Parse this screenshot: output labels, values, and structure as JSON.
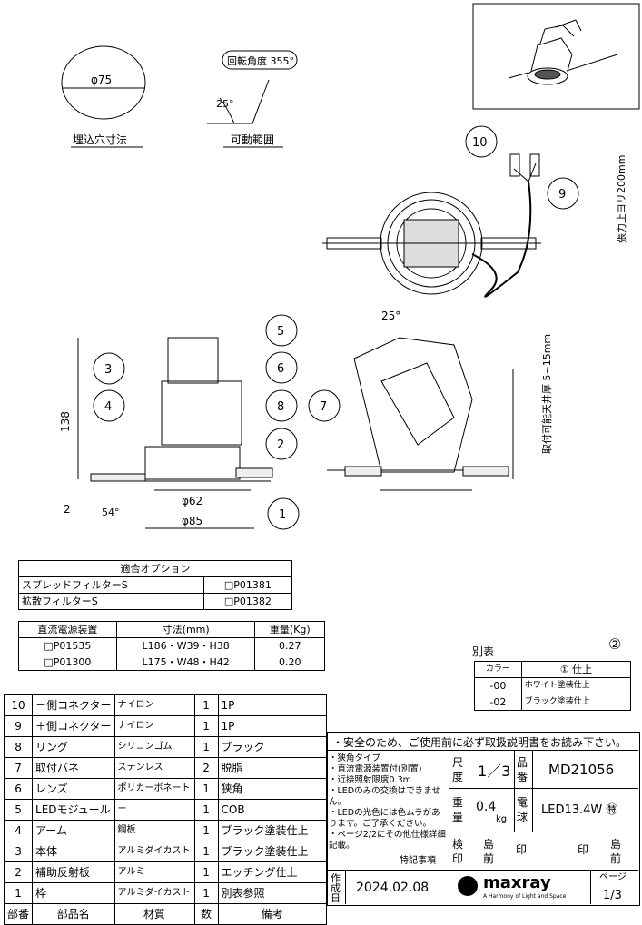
{
  "drawing": {
    "hole_label": "埋込穴寸法",
    "hole_dia": "φ75",
    "rotation_label": "回転角度 355°",
    "tilt_angle": "25°",
    "range_label": "可動範囲",
    "tilt_angle_side": "25°",
    "cable_length": "張力止ヨリ200mm",
    "ceiling_thickness": "取付可能天井厚 5~15mm",
    "height": "138",
    "flange": "2",
    "angle54": "54°",
    "dia62": "φ62",
    "dia85": "φ85",
    "callouts": [
      "1",
      "2",
      "3",
      "4",
      "5",
      "6",
      "7",
      "8",
      "9",
      "10"
    ]
  },
  "options": {
    "header": "適合オプション",
    "rows": [
      {
        "name": "スプレッドフィルターS",
        "code": "□P01381"
      },
      {
        "name": "拡散フィルターS",
        "code": "□P01382"
      }
    ]
  },
  "power": {
    "headers": [
      "直流電源装置",
      "寸法(mm)",
      "重量(Kg)"
    ],
    "rows": [
      {
        "code": "□P01535",
        "size": "L186・W39・H38",
        "weight": "0.27"
      },
      {
        "code": "□P01300",
        "size": "L175・W48・H42",
        "weight": "0.20"
      }
    ]
  },
  "colors": {
    "sheet_no": "②",
    "title": "別表",
    "header_left": "カラー",
    "header_right": "① 仕上",
    "rows": [
      {
        "code": "-00",
        "finish": "ホワイト塗装仕上"
      },
      {
        "code": "-02",
        "finish": "ブラック塗装仕上"
      }
    ]
  },
  "parts": {
    "headers": [
      "部番",
      "部品名",
      "材質",
      "数",
      "備考"
    ],
    "rows": [
      {
        "no": "10",
        "name": "－側コネクター",
        "mat": "ナイロン",
        "qty": "1",
        "note": "1P"
      },
      {
        "no": "9",
        "name": "＋側コネクター",
        "mat": "ナイロン",
        "qty": "1",
        "note": "1P"
      },
      {
        "no": "8",
        "name": "リング",
        "mat": "シリコンゴム",
        "qty": "1",
        "note": "ブラック"
      },
      {
        "no": "7",
        "name": "取付バネ",
        "mat": "ステンレス",
        "qty": "2",
        "note": "脱脂"
      },
      {
        "no": "6",
        "name": "レンズ",
        "mat": "ポリカーボネート",
        "qty": "1",
        "note": "狭角"
      },
      {
        "no": "5",
        "name": "LEDモジュール",
        "mat": "ー",
        "qty": "1",
        "note": "COB"
      },
      {
        "no": "4",
        "name": "アーム",
        "mat": "鋼板",
        "qty": "1",
        "note": "ブラック塗装仕上"
      },
      {
        "no": "3",
        "name": "本体",
        "mat": "アルミダイカスト",
        "qty": "1",
        "note": "ブラック塗装仕上"
      },
      {
        "no": "2",
        "name": "補助反射板",
        "mat": "アルミ",
        "qty": "1",
        "note": "エッチング仕上"
      },
      {
        "no": "1",
        "name": "枠",
        "mat": "アルミダイカスト",
        "qty": "1",
        "note": "別表参照"
      }
    ]
  },
  "titleblock": {
    "safety": "・安全のため、ご使用前に必ず取扱説明書をお読み下さい。",
    "notes": [
      "・狭角タイプ",
      "・直流電源装置付(別置)",
      "・近接照射限度0.3m",
      "・LEDのみの交換はできません。",
      "・LEDの光色には色ムラがあります。ご了承ください。",
      "・ページ2/2にその他仕様詳細記載。"
    ],
    "notes_title": "特記事項",
    "scale_label": "尺度",
    "scale": "1／3",
    "product_label": "品番",
    "product": "MD21056",
    "weight_label": "重量",
    "weight": "0.4",
    "weight_unit": "kg",
    "lamp_label": "電球",
    "lamp": "LED13.4W ㊕",
    "inspect_label": "検印",
    "stamp1": "島 前",
    "stamp_mark": "印",
    "stamp2": "島 前",
    "date_label": "作成日",
    "date": "2024.02.08",
    "brand": "maxray",
    "brand_sub": "A Harmony of Light and Space",
    "page_label": "ページ",
    "page": "1/3"
  }
}
